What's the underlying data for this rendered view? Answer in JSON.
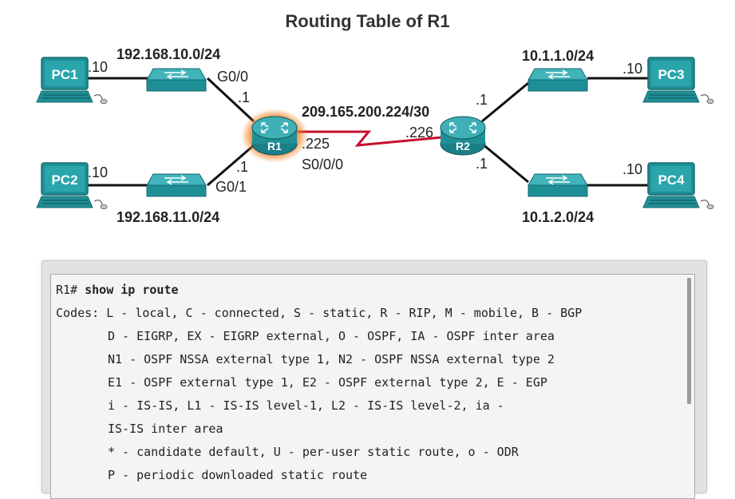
{
  "title": "Routing Table of R1",
  "topology": {
    "routers": [
      {
        "name": "R1",
        "highlighted": true
      },
      {
        "name": "R2",
        "highlighted": false
      }
    ],
    "pcs": [
      {
        "name": "PC1",
        "host_ip": ".10"
      },
      {
        "name": "PC2",
        "host_ip": ".10"
      },
      {
        "name": "PC3",
        "host_ip": ".10"
      },
      {
        "name": "PC4",
        "host_ip": ".10"
      }
    ],
    "networks": {
      "lan_r1_g00": "192.168.10.0/24",
      "lan_r1_g01": "192.168.11.0/24",
      "wan": "209.165.200.224/30",
      "lan_r2_top": "10.1.1.0/24",
      "lan_r2_bottom": "10.1.2.0/24"
    },
    "interfaces": {
      "r1_g00_name": "G0/0",
      "r1_g00_ip": ".1",
      "r1_g01_name": "G0/1",
      "r1_g01_ip": ".1",
      "r1_wan_ip": ".225",
      "r1_wan_name": "S0/0/0",
      "r2_wan_ip": ".226",
      "r2_top_ip": ".1",
      "r2_bottom_ip": ".1"
    },
    "colors": {
      "device_teal": "#1f8f96",
      "highlight_orange": "#f07d1a",
      "serial_red": "#c8102e"
    }
  },
  "terminal": {
    "prompt": "R1# ",
    "command": "show ip route",
    "lines": [
      "Codes: L - local, C - connected, S - static, R - RIP, M - mobile, B - BGP",
      "D - EIGRP, EX - EIGRP external, O - OSPF, IA - OSPF inter area",
      "N1 - OSPF NSSA external type 1, N2 - OSPF NSSA external type 2",
      "E1 - OSPF external type 1, E2 - OSPF external type 2, E - EGP",
      "i - IS-IS, L1 - IS-IS level-1, L2 - IS-IS level-2, ia -",
      "IS-IS inter area",
      "* - candidate default, U - per-user static route, o - ODR",
      "P - periodic downloaded static route"
    ]
  }
}
